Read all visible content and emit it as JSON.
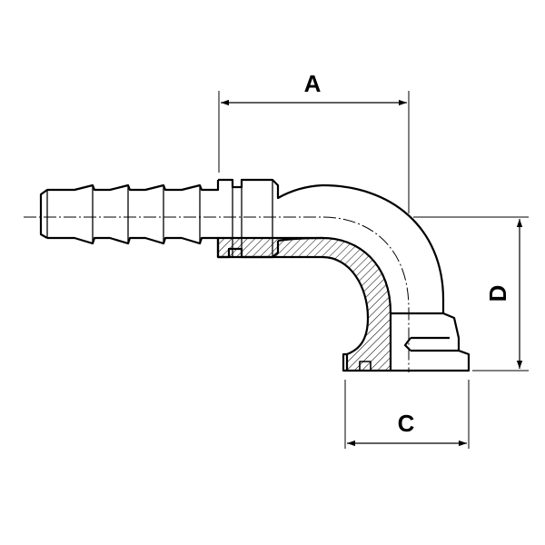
{
  "dimensions": {
    "a": "A",
    "c": "C",
    "d": "D"
  }
}
